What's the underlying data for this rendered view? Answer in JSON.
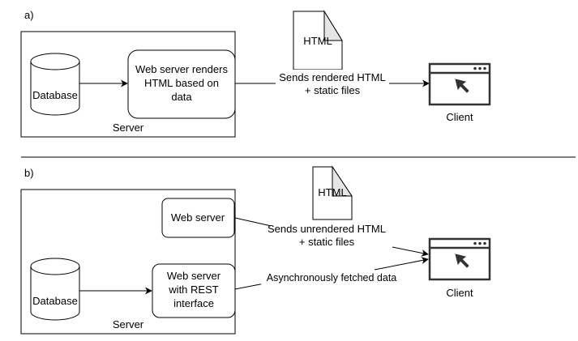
{
  "panel_a": {
    "label": "a)",
    "database": "Database",
    "webserver_lines": [
      "Web server renders",
      "HTML based on",
      "data"
    ],
    "server": "Server",
    "html_doc": "HTML",
    "edge_lines": [
      "Sends rendered HTML",
      "+ static files"
    ],
    "client": "Client"
  },
  "panel_b": {
    "label": "b)",
    "webserver": "Web server",
    "webserver_rest_lines": [
      "Web server",
      "with REST",
      "interface"
    ],
    "database": "Database",
    "server": "Server",
    "html_doc": "HTML",
    "edge_lines": [
      "Sends unrendered HTML",
      "+ static files"
    ],
    "async_label": "Asynchronously fetched data",
    "client": "Client"
  }
}
